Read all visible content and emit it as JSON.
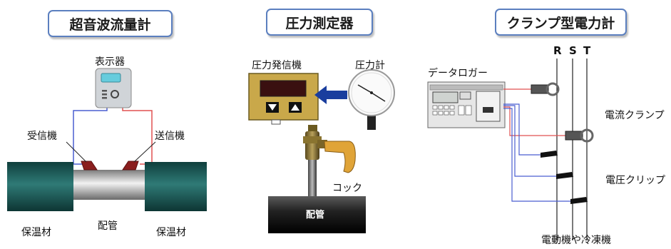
{
  "titles": {
    "ultrasonic": "超音波流量計",
    "pressure": "圧力測定器",
    "clamp": "クランプ型電力計"
  },
  "ultrasonic": {
    "display_label": "表示器",
    "receiver_label": "受信機",
    "transmitter_label": "送信機",
    "insulation_left": "保温材",
    "pipe_label": "配管",
    "insulation_right": "保温材"
  },
  "pressure": {
    "transmitter_label": "圧力発信機",
    "gauge_label": "圧力計",
    "cock_label": "コック",
    "pipe_label": "配管"
  },
  "clamp": {
    "logger_label": "データロガー",
    "phase_r": "R",
    "phase_s": "S",
    "phase_t": "T",
    "current_clamp_label": "電流クランプ",
    "voltage_clip_label": "電圧クリップ",
    "motor_label": "電動機や冷凍機"
  },
  "colors": {
    "title_border": "#5b7fbf",
    "pipe_insulation": "#1f5a58",
    "transmitter_body": "#c9a84a",
    "arrow_blue": "#1a3e9e",
    "wire_red": "#e05050",
    "wire_blue": "#4a5ed0"
  }
}
